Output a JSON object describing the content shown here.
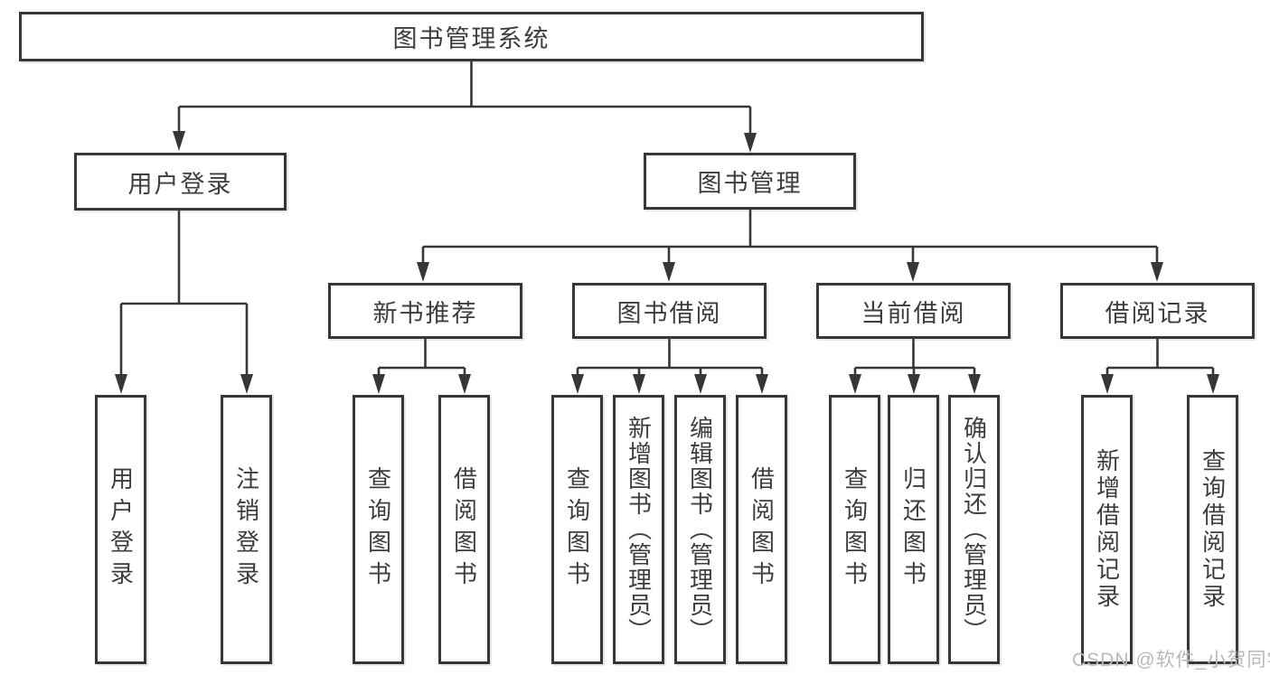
{
  "diagram_title": "图书管理系统",
  "colors": {
    "line": "#373737",
    "box_border": "#373737",
    "text": "#3d3d3d",
    "watermark_text": "#b9b9b9",
    "background": "#ffffff"
  },
  "nodes": {
    "root": {
      "label": "图书管理系统"
    },
    "level2": [
      {
        "label": "用户登录"
      },
      {
        "label": "图书管理"
      }
    ],
    "level3": [
      {
        "label": "新书推荐",
        "parent": "图书管理"
      },
      {
        "label": "图书借阅",
        "parent": "图书管理"
      },
      {
        "label": "当前借阅",
        "parent": "图书管理"
      },
      {
        "label": "借阅记录",
        "parent": "图书管理"
      }
    ],
    "leaves": [
      {
        "label": "用户登录",
        "parent": "用户登录"
      },
      {
        "label": "注销登录",
        "parent": "用户登录"
      },
      {
        "label": "查询图书",
        "parent": "新书推荐"
      },
      {
        "label": "借阅图书",
        "parent": "新书推荐"
      },
      {
        "label": "查询图书",
        "parent": "图书借阅"
      },
      {
        "label": "新增图书（管理员）",
        "parent": "图书借阅"
      },
      {
        "label": "编辑图书（管理员）",
        "parent": "图书借阅"
      },
      {
        "label": "借阅图书",
        "parent": "图书借阅"
      },
      {
        "label": "查询图书",
        "parent": "当前借阅"
      },
      {
        "label": "归还图书",
        "parent": "当前借阅"
      },
      {
        "label": "确认归还（管理员）",
        "parent": "当前借阅"
      },
      {
        "label": "新增借阅记录",
        "parent": "借阅记录"
      },
      {
        "label": "查询借阅记录",
        "parent": "借阅记录"
      }
    ]
  },
  "watermark": {
    "text": "CSDN @软件_小贺同学"
  }
}
